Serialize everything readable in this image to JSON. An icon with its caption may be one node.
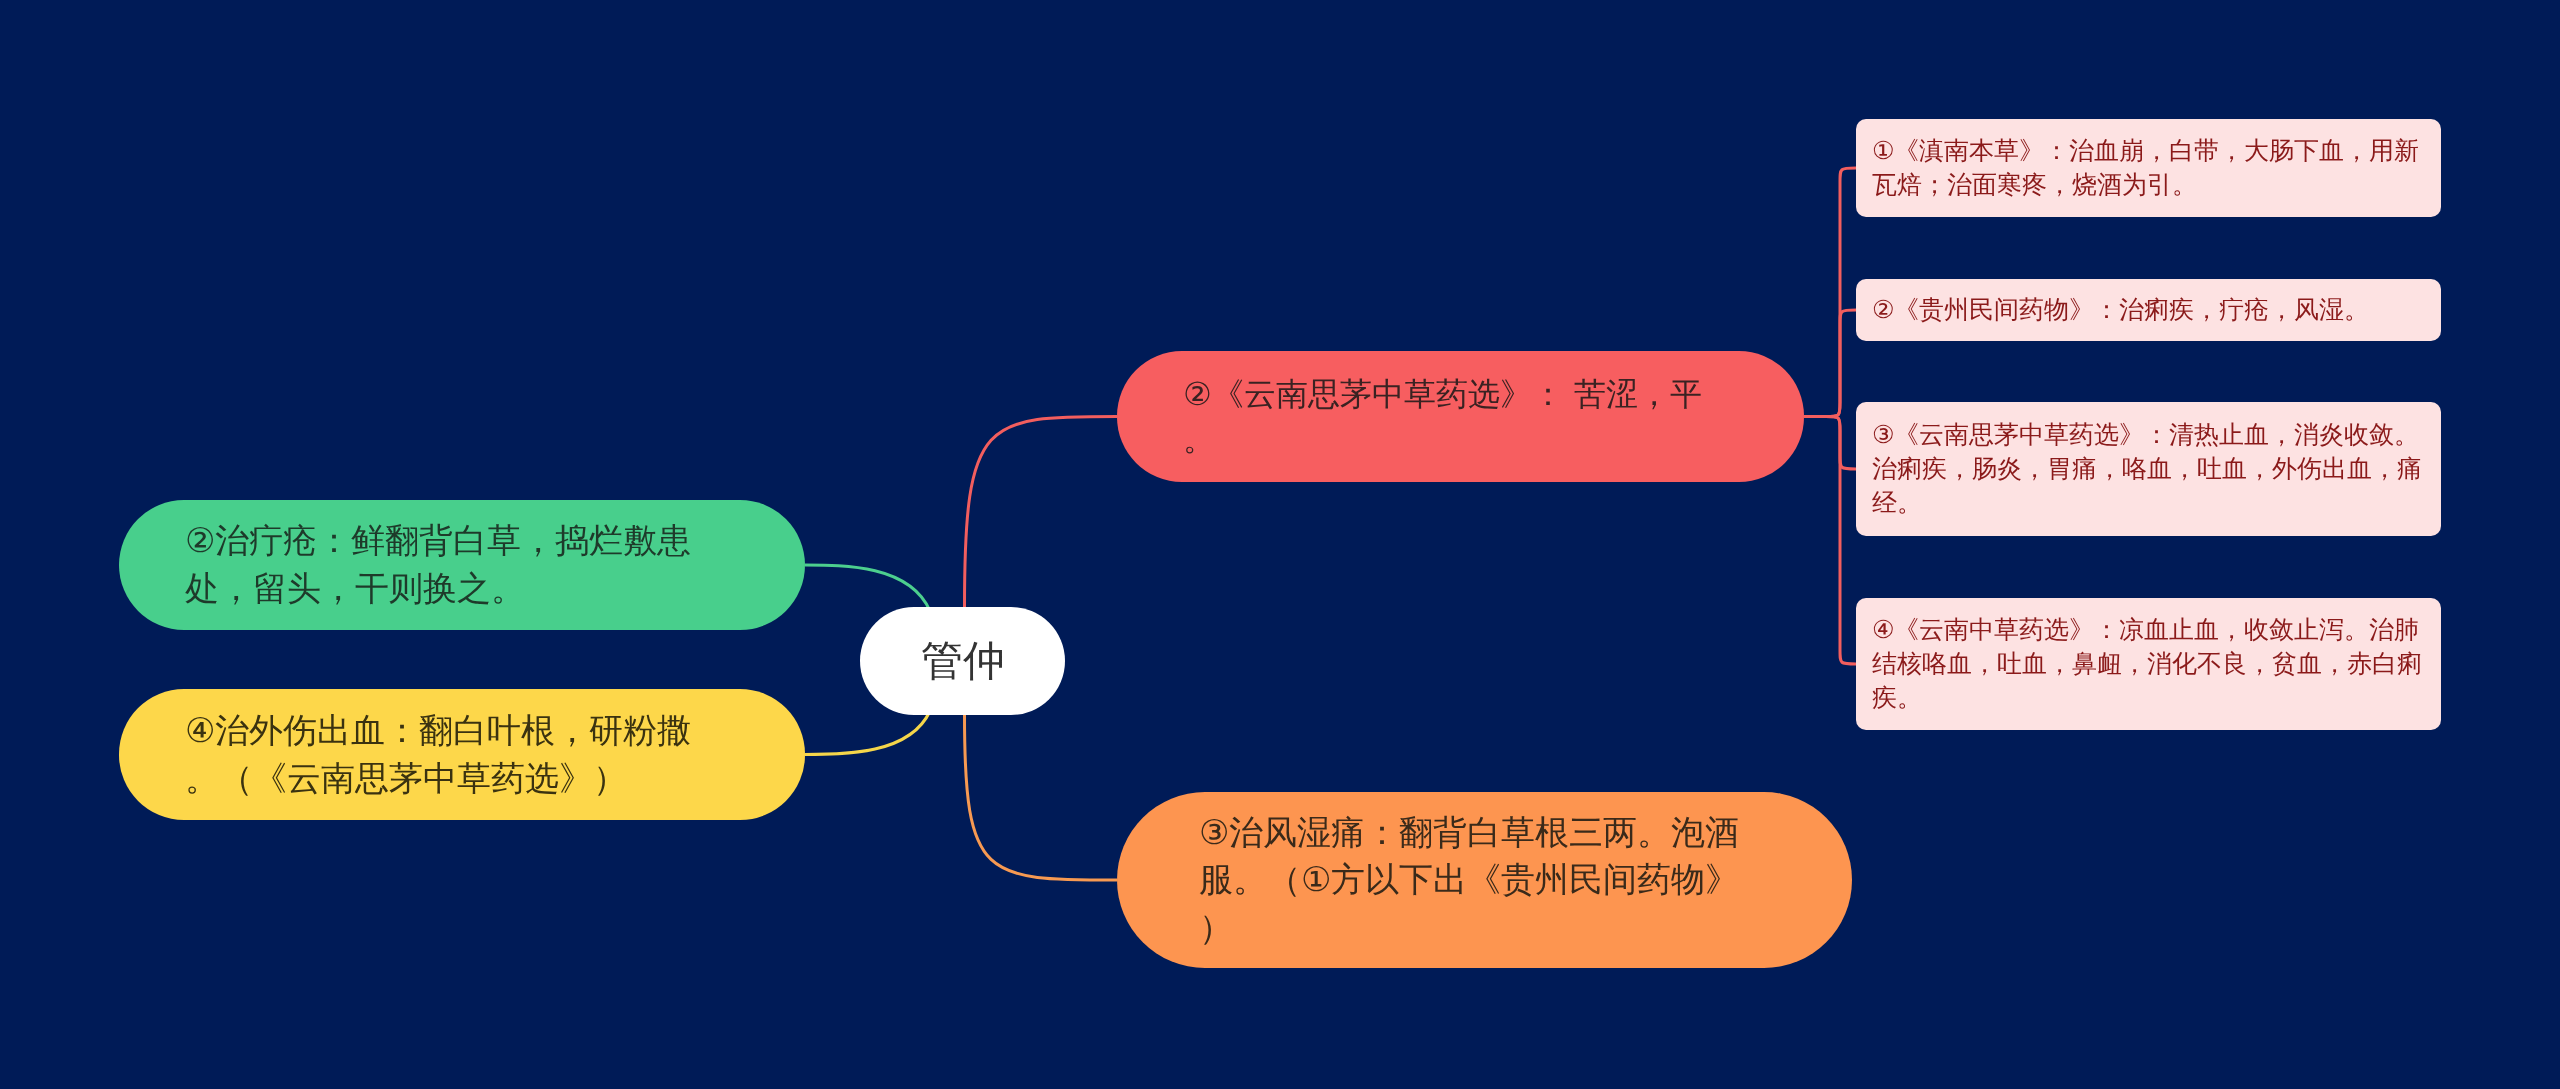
{
  "diagram": {
    "nodes": [
      {
        "text": [
          "管仲"
        ]
      },
      {
        "text": [
          "②《云南思茅中草药选》： 苦涩，平。"
        ]
      },
      {
        "text": [
          "①《滇南本草》：治血崩，白带，大肠下血，用新瓦焙；治面寒疼，烧酒为引。"
        ]
      },
      {
        "text": [
          "②《贵州民间药物》：治痢疾，疔疮，风湿。"
        ]
      },
      {
        "text": [
          "③《云南思茅中草药选》：清热止血，消炎收敛。治痢疾，肠炎，胃痛，咯血，吐血，外伤出血，痛经。"
        ]
      },
      {
        "text": [
          "④《云南中草药选》：凉血止血，收敛止泻。治肺结核咯血，吐血，鼻衄，消化不良，贫血，赤白痢疾。"
        ]
      },
      {
        "text": [
          "③治风湿痛：翻背白草根三两。泡酒服。（①方以下出《贵州民间药物》）"
        ]
      },
      {
        "text": [
          "②治疔疮：鲜翻背白草，捣烂敷患处，留头，干则换之。"
        ]
      },
      {
        "text": [
          "④治外伤出血：翻白叶根，研粉撒。（《云南思茅中草药选》）"
        ]
      }
    ],
    "edges": [
      {
        "from": 0,
        "to": 1,
        "arrow": "none"
      },
      {
        "from": 1,
        "to": 2,
        "arrow": "none"
      },
      {
        "from": 1,
        "to": 3,
        "arrow": "none"
      },
      {
        "from": 1,
        "to": 4,
        "arrow": "none"
      },
      {
        "from": 1,
        "to": 5,
        "arrow": "none"
      },
      {
        "from": 0,
        "to": 6,
        "arrow": "none",
        "color": "#f79a52"
      },
      {
        "from": 0,
        "to": 7,
        "arrow": "none",
        "color": "#4ccf8e"
      },
      {
        "from": 0,
        "to": 8,
        "arrow": "none",
        "color": "#f5d64a"
      }
    ]
  }
}
